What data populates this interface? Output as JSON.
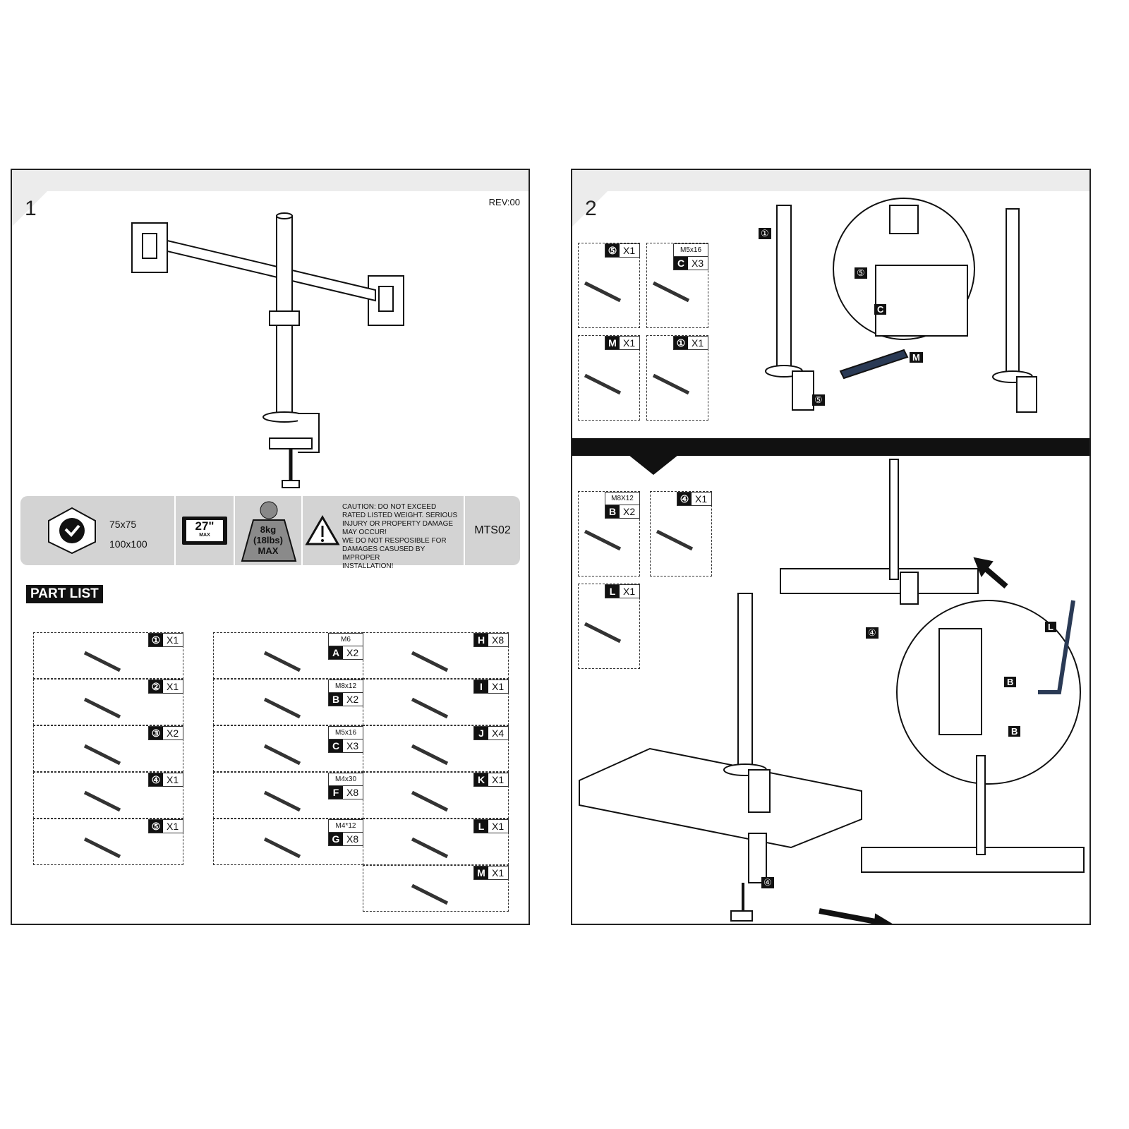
{
  "page1": {
    "step": "1",
    "rev": "REV:00",
    "spec": {
      "vesa_logo": "VESA MOUNTING COMPLIANT",
      "vesa_sizes": [
        "75x75",
        "100x100"
      ],
      "screen_size": "27\"",
      "screen_max": "MAX",
      "weight": "8kg",
      "weight_lbs": "(18lbs)",
      "weight_max": "MAX",
      "caution_lines": [
        "CAUTION: DO NOT EXCEED",
        "RATED LISTED WEIGHT. SERIOUS",
        "INJURY OR PROPERTY DAMAGE",
        "MAY OCCUR!",
        "WE DO NOT RESPOSIBLE FOR",
        "DAMAGES CASUSED BY IMPROPER",
        "INSTALLATION!"
      ],
      "model": "MTS02"
    },
    "part_list_title": "PART LIST",
    "parts_numbered": [
      {
        "id": "①",
        "qty": "X1"
      },
      {
        "id": "②",
        "qty": "X1"
      },
      {
        "id": "③",
        "qty": "X2"
      },
      {
        "id": "④",
        "qty": "X1"
      },
      {
        "id": "⑤",
        "qty": "X1"
      }
    ],
    "parts_hardware": [
      {
        "id": "A",
        "size": "M6",
        "qty": "X2"
      },
      {
        "id": "B",
        "size": "M8x12",
        "qty": "X2"
      },
      {
        "id": "C",
        "size": "M5x16",
        "qty": "X3"
      },
      {
        "id": "F",
        "size": "M4x30",
        "qty": "X8"
      },
      {
        "id": "G",
        "size": "M4*12",
        "qty": "X8"
      }
    ],
    "parts_accessories": [
      {
        "id": "H",
        "qty": "X8"
      },
      {
        "id": "I",
        "qty": "X1"
      },
      {
        "id": "J",
        "qty": "X4"
      },
      {
        "id": "K",
        "qty": "X1"
      },
      {
        "id": "L",
        "qty": "X1"
      },
      {
        "id": "M",
        "qty": "X1"
      }
    ]
  },
  "page2": {
    "step": "2",
    "top_parts": [
      {
        "id": "⑤",
        "qty": "X1"
      },
      {
        "id": "C",
        "size": "M5x16",
        "qty": "X3"
      },
      {
        "id": "M",
        "qty": "X1"
      },
      {
        "id": "①",
        "qty": "X1"
      }
    ],
    "bottom_parts": [
      {
        "id": "B",
        "size": "M8X12",
        "qty": "X2"
      },
      {
        "id": "④",
        "qty": "X1"
      },
      {
        "id": "L",
        "qty": "X1"
      }
    ],
    "callouts": {
      "pole": "①",
      "base": "⑤",
      "screw": "C",
      "key": "M",
      "clamp": "④",
      "bolt": "B",
      "key2": "L"
    }
  }
}
